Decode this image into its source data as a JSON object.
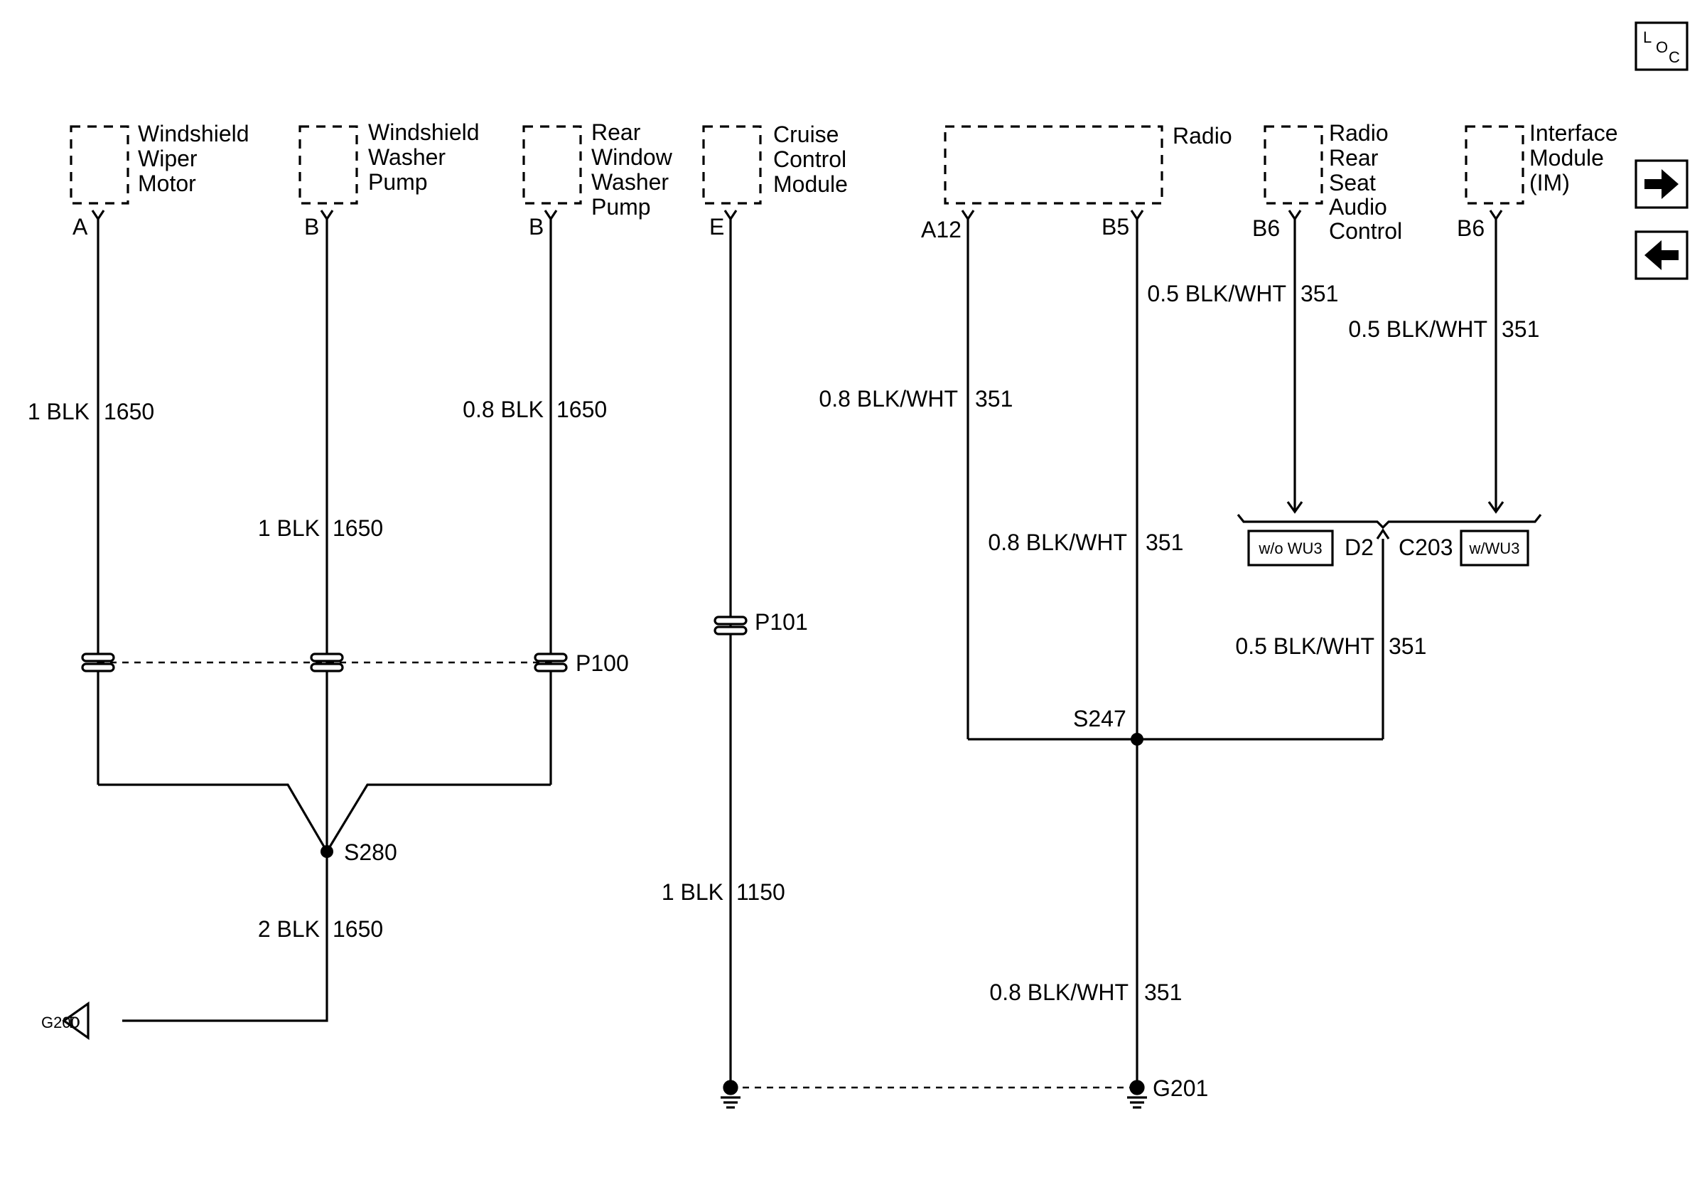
{
  "components": {
    "wiper_motor": [
      "Windshield",
      "Wiper",
      "Motor"
    ],
    "washer_pump": [
      "Windshield",
      "Washer",
      "Pump"
    ],
    "rear_washer_pump": [
      "Rear",
      "Window",
      "Washer",
      "Pump"
    ],
    "cruise_module": [
      "Cruise",
      "Control",
      "Module"
    ],
    "radio": [
      "Radio"
    ],
    "rsa_control": [
      "Radio",
      "Rear",
      "Seat",
      "Audio",
      "Control"
    ],
    "interface_module": [
      "Interface",
      "Module",
      "(IM)"
    ]
  },
  "pins": {
    "wiper_a": "A",
    "washer_b": "B",
    "rear_b": "B",
    "cruise_e": "E",
    "radio_a12": "A12",
    "radio_b5": "B5",
    "rsa_b6": "B6",
    "im_b6": "B6",
    "c203_d2": "D2"
  },
  "wires": {
    "wiper_color": "1 BLK",
    "wiper_circuit": "1650",
    "washer_color": "1 BLK",
    "washer_circuit": "1650",
    "rear_color": "0.8 BLK",
    "rear_circuit": "1650",
    "ground_color": "2 BLK",
    "ground_circuit": "1650",
    "cruise_color": "1 BLK",
    "cruise_circuit": "1150",
    "a12_color": "0.8 BLK/WHT",
    "a12_circuit": "351",
    "b5_color": "0.8 BLK/WHT",
    "b5_circuit": "351",
    "rsa_color": "0.5 BLK/WHT",
    "rsa_circuit": "351",
    "im_color": "0.5 BLK/WHT",
    "im_circuit": "351",
    "d2_color": "0.5 BLK/WHT",
    "d2_circuit": "351",
    "g201_color": "0.8 BLK/WHT",
    "g201_circuit": "351"
  },
  "splices": {
    "s280": "S280",
    "s247": "S247"
  },
  "connectors": {
    "p100": "P100",
    "p101": "P101",
    "c203": "C203",
    "option_wo": "w/o WU3",
    "option_w": "w/WU3"
  },
  "grounds": {
    "g200": "G200",
    "g200_marker": "D",
    "g201": "G201"
  },
  "nav": {
    "loc_l": "L",
    "loc_o": "O",
    "loc_c": "C"
  }
}
